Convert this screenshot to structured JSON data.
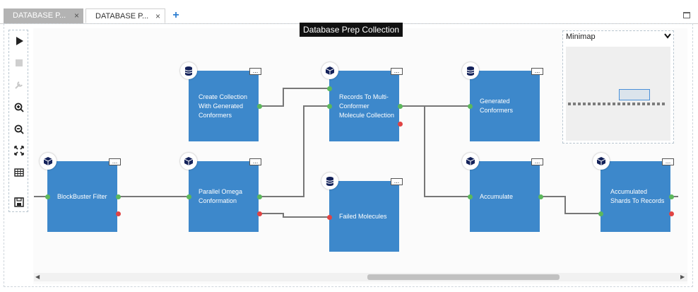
{
  "tabs": [
    {
      "label": "DATABASE P...",
      "active": false
    },
    {
      "label": "DATABASE P...",
      "active": true
    }
  ],
  "tab_close_glyph": "×",
  "add_tab_glyph": "+",
  "workflow_title": "Database Prep Collection",
  "toolbar": {
    "tools": [
      "play-icon",
      "stop-icon",
      "wrench-icon",
      "zoom-in-icon",
      "zoom-out-icon",
      "fit-view-icon",
      "table-icon",
      "save-icon"
    ]
  },
  "nodes": [
    {
      "id": "blockbuster",
      "label": "BlockBuster Filter",
      "icon": "cube-icon"
    },
    {
      "id": "create",
      "label": "Create Collection With Generated Conformers",
      "icon": "database-icon"
    },
    {
      "id": "omega",
      "label": "Parallel Omega Conformation",
      "icon": "cube-icon"
    },
    {
      "id": "records",
      "label": "Records To Multi-Conformer Molecule Collection",
      "icon": "cube-icon"
    },
    {
      "id": "failed",
      "label": "Failed Molecules",
      "icon": "database-icon"
    },
    {
      "id": "generated",
      "label": "Generated Conformers",
      "icon": "database-icon"
    },
    {
      "id": "accumulate",
      "label": "Accumulate",
      "icon": "cube-icon"
    },
    {
      "id": "shards",
      "label": "Accumulated Shards To Records",
      "icon": "cube-icon"
    }
  ],
  "node_menu_glyph": "...",
  "minimap": {
    "title": "Minimap"
  },
  "colors": {
    "node": "#3d88cb",
    "port_success": "#5cb85c",
    "port_failure": "#e04444",
    "edge": "#777777"
  }
}
